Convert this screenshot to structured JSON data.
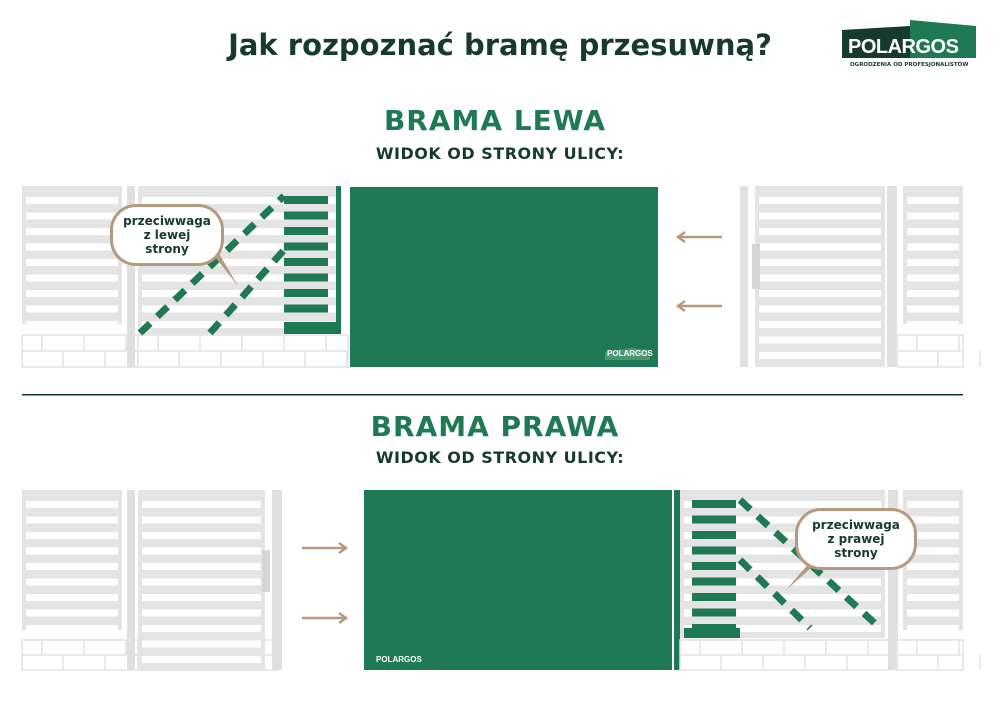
{
  "title": "Jak rozpoznać bramę przesuwną?",
  "logo": {
    "name": "POLARGOS",
    "tagline": "OGRODZENIA OD PROFESJONALISTÓW"
  },
  "colors": {
    "green": "#1f7a54",
    "dark": "#163a2e",
    "arrow": "#b59a7f",
    "fence": "#e4e4e4"
  },
  "sections": [
    {
      "heading": "BRAMA LEWA",
      "subheading": "WIDOK OD STRONY ULICY:",
      "callout": "przeciwwaga z lewej strony",
      "callout_lines": [
        "przeciwwaga",
        "z lewej strony"
      ],
      "gate_logo": "POLARGOS",
      "arrow_direction": "left"
    },
    {
      "heading": "BRAMA PRAWA",
      "subheading": "WIDOK OD STRONY ULICY:",
      "callout": "przeciwwaga z prawej strony",
      "callout_lines": [
        "przeciwwaga",
        "z prawej strony"
      ],
      "gate_logo": "POLARGOS",
      "arrow_direction": "right"
    }
  ]
}
